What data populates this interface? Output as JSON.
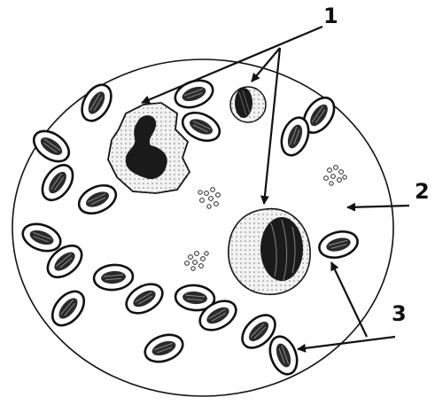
{
  "labels": {
    "one": "1",
    "two": "2",
    "three": "3"
  },
  "colors": {
    "ink": "#111111",
    "cell_interior": "#f2f2f2",
    "background": "#ffffff"
  },
  "icons": {
    "field": "blood-smear-field-icon",
    "rbc": "red-blood-cell-icon",
    "leukocyte": "leukocyte-icon",
    "platelet": "platelet-cluster-icon"
  }
}
